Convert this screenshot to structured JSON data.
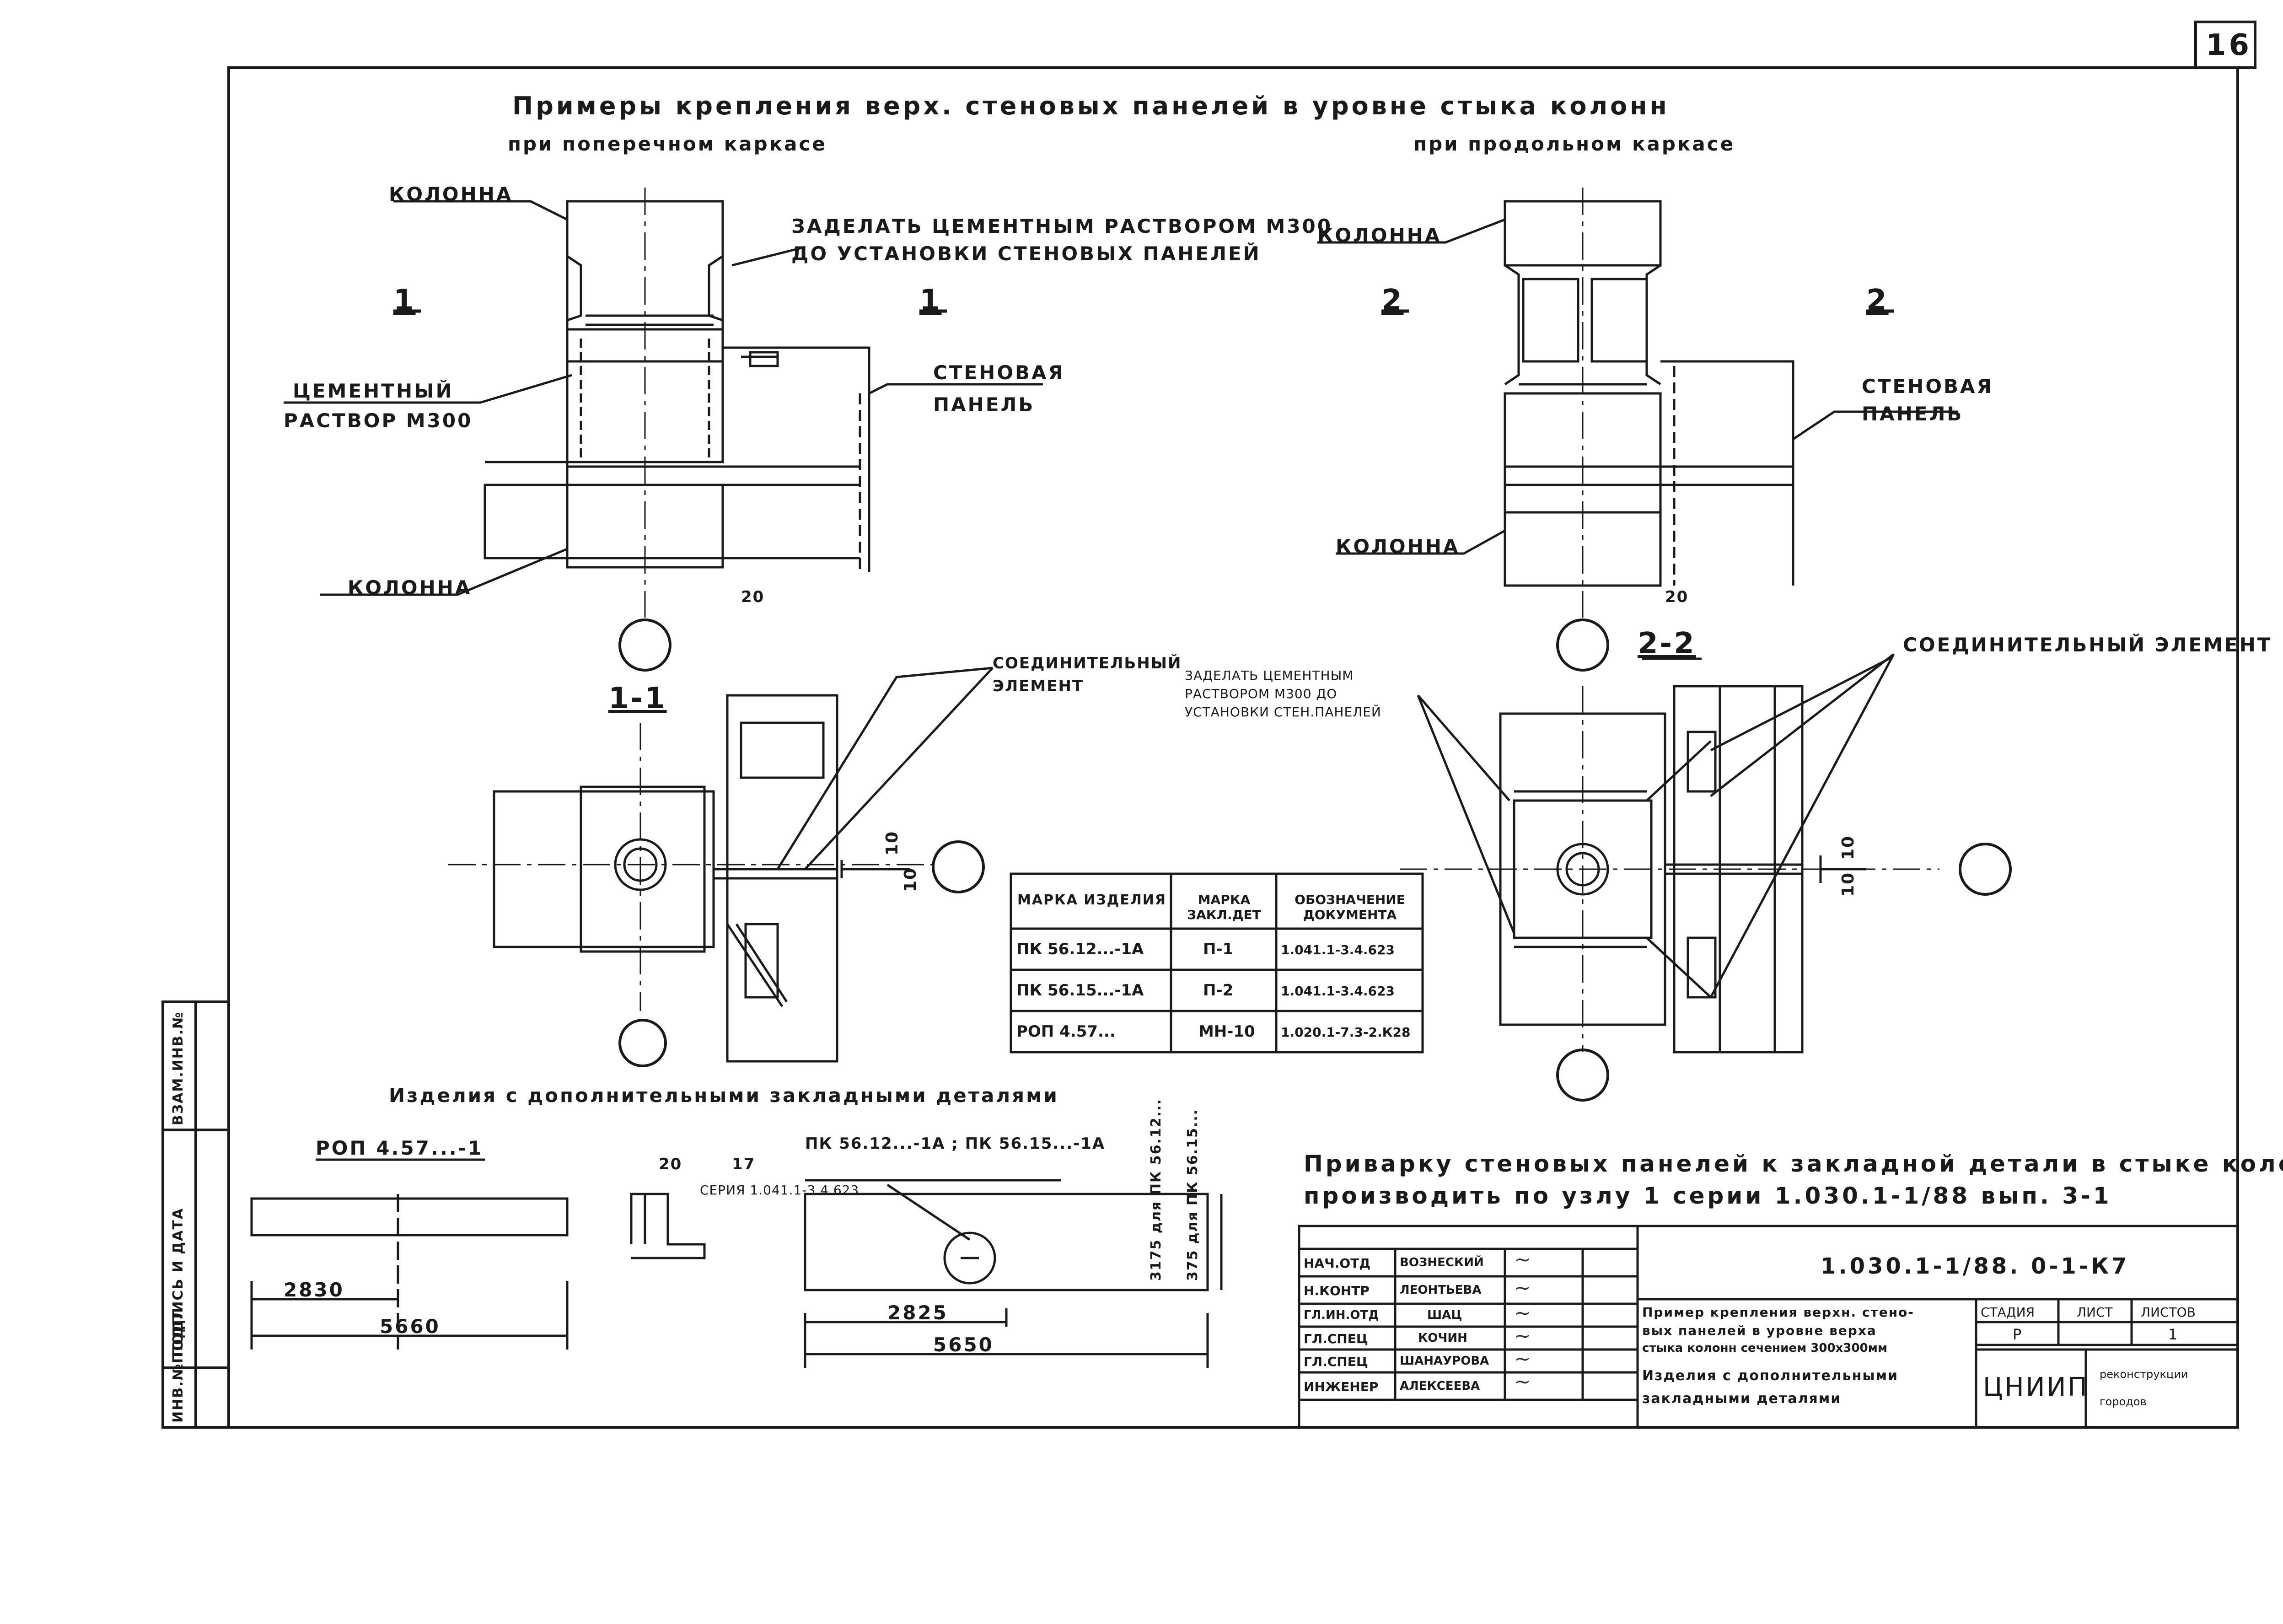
{
  "sheet_number": "16",
  "title": {
    "line1": "Примеры крепления верх. стеновых панелей в уровне стыка колонн",
    "left_sub": "при поперечном каркасе",
    "right_sub": "при продольном каркасе"
  },
  "labels": {
    "kolonna": "КОЛОННА",
    "zadelat_1": "ЗАДЕЛАТЬ ЦЕМЕНТНЫМ РАСТВОРОМ М300",
    "zadelat_2": "ДО УСТАНОВКИ СТЕНОВЫХ ПАНЕЛЕЙ",
    "tsem_rastvor_1": "ЦЕМЕНТНЫЙ",
    "tsem_rastvor_2": "РАСТВОР М300",
    "stenovaya_1": "СТЕНОВАЯ",
    "stenovaya_2": "ПАНЕЛЬ",
    "soed_element_1": "СОЕДИНИТЕЛЬНЫЙ",
    "soed_element_2": "ЭЛЕМЕНТ",
    "soed_element_full": "СОЕДИНИТЕЛЬНЫЙ ЭЛЕМЕНТ",
    "zadelat_small_1": "ЗАДЕЛАТЬ ЦЕМЕНТНЫМ",
    "zadelat_small_2": "РАСТВОРОМ М300 ДО",
    "zadelat_small_3": "УСТАНОВКИ СТЕН.ПАНЕЛЕЙ",
    "cut_1": "1",
    "cut_2": "2",
    "sec_1": "1-1",
    "sec_2": "2-2",
    "dim_10": "10",
    "dim_20": "20",
    "dim_17": "17"
  },
  "table": {
    "headers": [
      "МАРКА ИЗДЕЛИЯ",
      "МАРКА ЗАКЛ.ДЕТ",
      "ОБОЗНАЧЕНИЕ ДОКУМЕНТА"
    ],
    "rows": [
      [
        "ПК 56.12...-1А",
        "П-1",
        "1.041.1-3.4.623"
      ],
      [
        "ПК 56.15...-1А",
        "П-2",
        "1.041.1-3.4.623"
      ],
      [
        "РОП 4.57...",
        "МН-10",
        "1.020.1-7.3-2.К28"
      ]
    ]
  },
  "bottom": {
    "heading": "Изделия с дополнительными закладными деталями",
    "rop_label": "РОП 4.57...-1",
    "pk_label": "ПК 56.12...-1А ; ПК 56.15...-1А",
    "seriya": "СЕРИЯ 1.041.1-3.4.623",
    "dim_2830": "2830",
    "dim_5660": "5660",
    "dim_2825": "2825",
    "dim_5650": "5650",
    "dim_3175": "3175 для ПК 56.12...",
    "dim_375": "375 для ПК 56.15..."
  },
  "note": {
    "line1": "Приварку стеновых панелей к закладной детали в стыке колонн",
    "line2": "производить по узлу 1 серии 1.030.1-1/88 вып. 3-1"
  },
  "side_stamp": [
    "ИНВ.№ ПОДЛ.",
    "ПОДПИСЬ И ДАТА",
    "ВЗАМ.ИНВ.№"
  ],
  "stamp": {
    "code": "1.030.1-1/88. 0-1-К7",
    "roles": [
      {
        "role": "НАЧ.ОТД",
        "name": "ВОЗНЕСКИЙ"
      },
      {
        "role": "Н.КОНТР",
        "name": "ЛЕОНТЬЕВА"
      },
      {
        "role": "ГЛ.ИН.ОТД",
        "name": "ШАЦ"
      },
      {
        "role": "ГЛ.СПЕЦ",
        "name": "КОЧИН"
      },
      {
        "role": "ГЛ.СПЕЦ",
        "name": "ШАНАУРОВА"
      },
      {
        "role": "ИНЖЕНЕР",
        "name": "АЛЕКСЕЕВА"
      }
    ],
    "description": [
      "Пример крепления верхн. стено-",
      "вых панелей в уровне верха",
      "стыка колонн сечением 300х300мм",
      "Изделия с дополнительными",
      "закладными деталями"
    ],
    "stadia_label": "СТАДИЯ",
    "list_label": "ЛИСТ",
    "listov_label": "ЛИСТОВ",
    "stadia": "Р",
    "list": "1",
    "org": "ЦНИИП",
    "org_sub1": "реконструкции",
    "org_sub2": "городов"
  }
}
